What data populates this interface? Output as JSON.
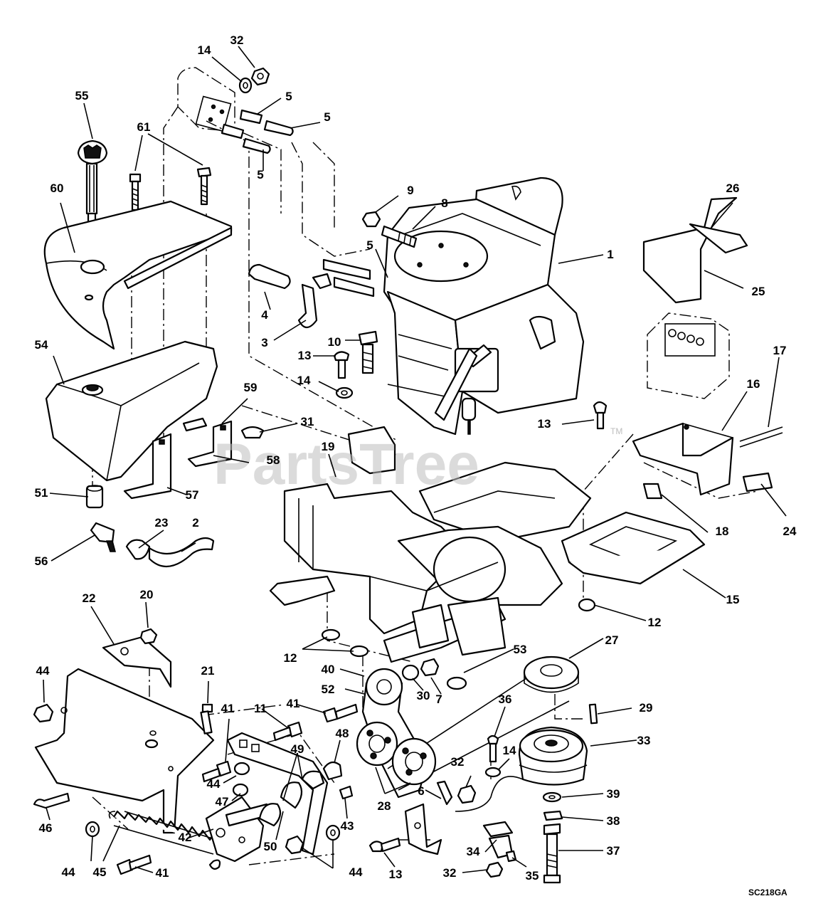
{
  "watermark": {
    "text": "PartsTree",
    "tm": "TM"
  },
  "diagram_code": "SC218GA",
  "colors": {
    "ink": "#000000",
    "paper": "#ffffff",
    "watermark": "#bdbdbd"
  },
  "callouts": [
    {
      "id": "c-32a",
      "label": "32"
    },
    {
      "id": "c-14a",
      "label": "14"
    },
    {
      "id": "c-55",
      "label": "55"
    },
    {
      "id": "c-61",
      "label": "61"
    },
    {
      "id": "c-5a",
      "label": "5"
    },
    {
      "id": "c-5b",
      "label": "5"
    },
    {
      "id": "c-5c",
      "label": "5"
    },
    {
      "id": "c-60",
      "label": "60"
    },
    {
      "id": "c-9",
      "label": "9"
    },
    {
      "id": "c-8",
      "label": "8"
    },
    {
      "id": "c-26",
      "label": "26"
    },
    {
      "id": "c-1",
      "label": "1"
    },
    {
      "id": "c-5d",
      "label": "5"
    },
    {
      "id": "c-25",
      "label": "25"
    },
    {
      "id": "c-4",
      "label": "4"
    },
    {
      "id": "c-3",
      "label": "3"
    },
    {
      "id": "c-10",
      "label": "10"
    },
    {
      "id": "c-13a",
      "label": "13"
    },
    {
      "id": "c-54",
      "label": "54"
    },
    {
      "id": "c-14b",
      "label": "14"
    },
    {
      "id": "c-17",
      "label": "17"
    },
    {
      "id": "c-16",
      "label": "16"
    },
    {
      "id": "c-59",
      "label": "59"
    },
    {
      "id": "c-31",
      "label": "31"
    },
    {
      "id": "c-13b",
      "label": "13"
    },
    {
      "id": "c-58",
      "label": "58"
    },
    {
      "id": "c-19",
      "label": "19"
    },
    {
      "id": "c-51",
      "label": "51"
    },
    {
      "id": "c-57",
      "label": "57"
    },
    {
      "id": "c-18",
      "label": "18"
    },
    {
      "id": "c-24",
      "label": "24"
    },
    {
      "id": "c-23",
      "label": "23"
    },
    {
      "id": "c-2",
      "label": "2"
    },
    {
      "id": "c-56",
      "label": "56"
    },
    {
      "id": "c-15",
      "label": "15"
    },
    {
      "id": "c-22",
      "label": "22"
    },
    {
      "id": "c-20",
      "label": "20"
    },
    {
      "id": "c-12a",
      "label": "12"
    },
    {
      "id": "c-27",
      "label": "27"
    },
    {
      "id": "c-12b",
      "label": "12"
    },
    {
      "id": "c-53",
      "label": "53"
    },
    {
      "id": "c-44a",
      "label": "44"
    },
    {
      "id": "c-21",
      "label": "21"
    },
    {
      "id": "c-40",
      "label": "40"
    },
    {
      "id": "c-52",
      "label": "52"
    },
    {
      "id": "c-30",
      "label": "30"
    },
    {
      "id": "c-7",
      "label": "7"
    },
    {
      "id": "c-41a",
      "label": "41"
    },
    {
      "id": "c-11",
      "label": "11"
    },
    {
      "id": "c-41b",
      "label": "41"
    },
    {
      "id": "c-36",
      "label": "36"
    },
    {
      "id": "c-29",
      "label": "29"
    },
    {
      "id": "c-48",
      "label": "48"
    },
    {
      "id": "c-49",
      "label": "49"
    },
    {
      "id": "c-33",
      "label": "33"
    },
    {
      "id": "c-14c",
      "label": "14"
    },
    {
      "id": "c-44b",
      "label": "44"
    },
    {
      "id": "c-32b",
      "label": "32"
    },
    {
      "id": "c-47",
      "label": "47"
    },
    {
      "id": "c-6",
      "label": "6"
    },
    {
      "id": "c-28",
      "label": "28"
    },
    {
      "id": "c-39",
      "label": "39"
    },
    {
      "id": "c-46",
      "label": "46"
    },
    {
      "id": "c-43",
      "label": "43"
    },
    {
      "id": "c-38",
      "label": "38"
    },
    {
      "id": "c-42",
      "label": "42"
    },
    {
      "id": "c-50",
      "label": "50"
    },
    {
      "id": "c-37",
      "label": "37"
    },
    {
      "id": "c-34",
      "label": "34"
    },
    {
      "id": "c-44c",
      "label": "44"
    },
    {
      "id": "c-45",
      "label": "45"
    },
    {
      "id": "c-44d",
      "label": "44"
    },
    {
      "id": "c-13c",
      "label": "13"
    },
    {
      "id": "c-32c",
      "label": "32"
    },
    {
      "id": "c-35",
      "label": "35"
    },
    {
      "id": "c-41c",
      "label": "41"
    }
  ]
}
